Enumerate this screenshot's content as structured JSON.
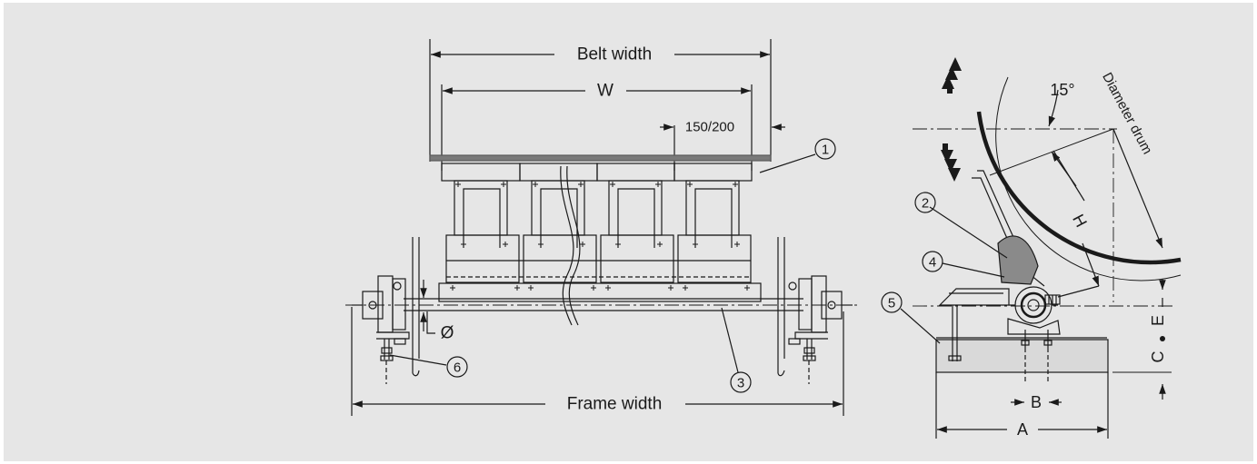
{
  "diagram": {
    "front_view": {
      "belt_width": "Belt width",
      "w": "W",
      "offset": "150/200",
      "diameter": "Ø",
      "frame_width": "Frame width"
    },
    "side_view": {
      "angle": "15°",
      "diameter_drum": "Diameter drum",
      "h": "H",
      "a": "A",
      "b": "B",
      "c": "C",
      "e": "E"
    },
    "callouts": [
      "1",
      "2",
      "3",
      "4",
      "5",
      "6"
    ],
    "colors": {
      "background": "#e6e6e6",
      "line": "#1a1a1a",
      "belt": "#7a7a7a",
      "blade": "#8a8a8a"
    }
  }
}
